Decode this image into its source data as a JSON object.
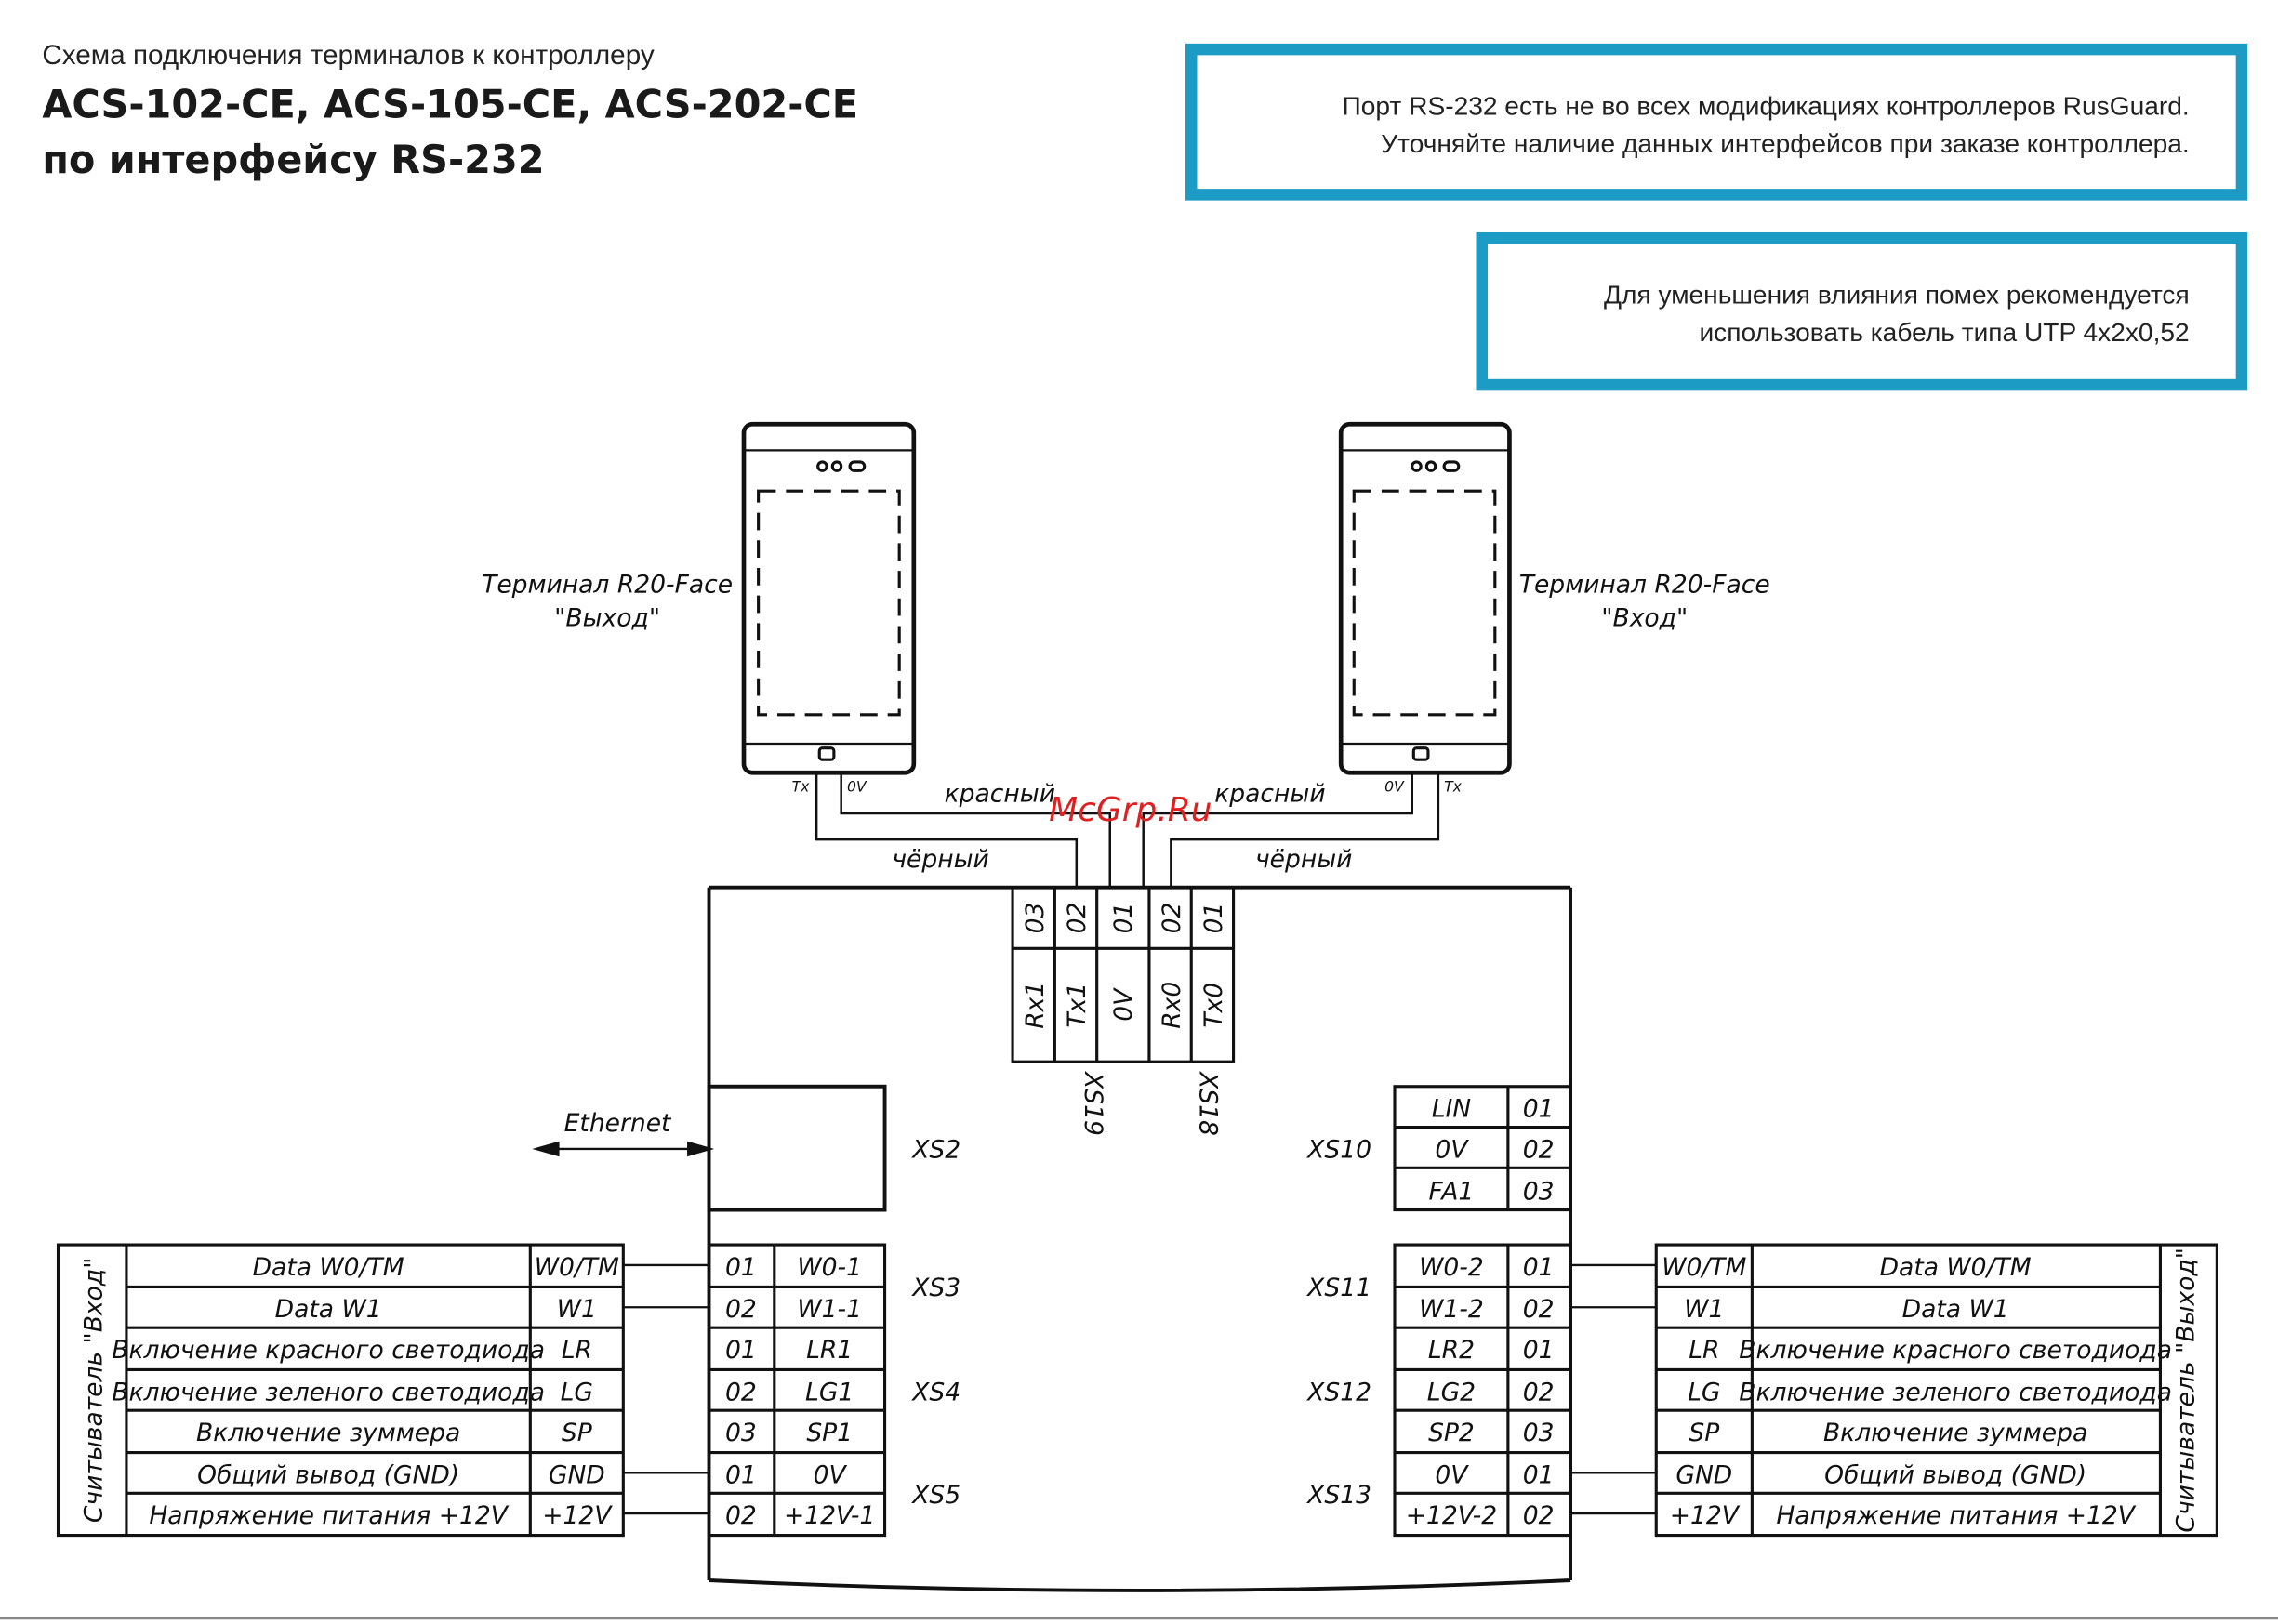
{
  "header": {
    "subtitle": "Схема подключения терминалов к контроллеру",
    "title_line1": "ACS-102-CE, ACS-105-CE, ACS-202-CE",
    "title_line2": "по интерфейсу RS-232"
  },
  "notes": {
    "n1_line1": "Порт RS-232 есть не во всех модификациях контроллеров RusGuard.",
    "n1_line2": "Уточняйте наличие данных интерфейсов при заказе контроллера.",
    "n2_line1": "Для уменьшения влияния помех рекомендуется",
    "n2_line2": "использовать кабель типа UTP 4x2x0,52"
  },
  "terminals": {
    "left_name": "Терминал R20-Face",
    "left_role": "\"Выход\"",
    "right_name": "Терминал R20-Face",
    "right_role": "\"Вход\"",
    "tx": "Tx",
    "ov": "0V"
  },
  "wires": {
    "red": "красный",
    "black": "чёрный"
  },
  "watermark": "McGrp.Ru",
  "top_block": {
    "nums": [
      "03",
      "02",
      "01",
      "02",
      "01"
    ],
    "sigs": [
      "Rx1",
      "Tx1",
      "0V",
      "Rx0",
      "Tx0"
    ],
    "xs19": "XS19",
    "xs18": "XS18"
  },
  "ethernet": {
    "label": "Ethernet",
    "xs2": "XS2"
  },
  "xs10": {
    "label": "XS10",
    "rows": [
      {
        "sig": "LIN",
        "num": "01"
      },
      {
        "sig": "0V",
        "num": "02"
      },
      {
        "sig": "FA1",
        "num": "03"
      }
    ]
  },
  "left_ctrl": {
    "rows": [
      {
        "num": "01",
        "sig": "W0-1"
      },
      {
        "num": "02",
        "sig": "W1-1"
      },
      {
        "num": "01",
        "sig": "LR1"
      },
      {
        "num": "02",
        "sig": "LG1"
      },
      {
        "num": "03",
        "sig": "SP1"
      },
      {
        "num": "01",
        "sig": "0V"
      },
      {
        "num": "02",
        "sig": "+12V-1"
      }
    ],
    "xs3": "XS3",
    "xs4": "XS4",
    "xs5": "XS5"
  },
  "right_ctrl": {
    "rows": [
      {
        "num": "01",
        "sig": "W0-2"
      },
      {
        "num": "02",
        "sig": "W1-2"
      },
      {
        "num": "01",
        "sig": "LR2"
      },
      {
        "num": "02",
        "sig": "LG2"
      },
      {
        "num": "03",
        "sig": "SP2"
      },
      {
        "num": "01",
        "sig": "0V"
      },
      {
        "num": "02",
        "sig": "+12V-2"
      }
    ],
    "xs11": "XS11",
    "xs12": "XS12",
    "xs13": "XS13"
  },
  "reader_left": {
    "title": "Считыватель \"Вход\"",
    "rows": [
      {
        "desc": "Data W0/TM",
        "code": "W0/TM"
      },
      {
        "desc": "Data W1",
        "code": "W1"
      },
      {
        "desc": "Включение красного светодиода",
        "code": "LR"
      },
      {
        "desc": "Включение зеленого светодиода",
        "code": "LG"
      },
      {
        "desc": "Включение зуммера",
        "code": "SP"
      },
      {
        "desc": "Общий вывод (GND)",
        "code": "GND"
      },
      {
        "desc": "Напряжение питания +12V",
        "code": "+12V"
      }
    ]
  },
  "reader_right": {
    "title": "Считыватель \"Выход\"",
    "rows": [
      {
        "code": "W0/TM",
        "desc": "Data W0/TM"
      },
      {
        "code": "W1",
        "desc": "Data W1"
      },
      {
        "code": "LR",
        "desc": "Включение красного светодиода"
      },
      {
        "code": "LG",
        "desc": "Включение зеленого светодиода"
      },
      {
        "code": "SP",
        "desc": "Включение зуммера"
      },
      {
        "code": "GND",
        "desc": "Общий вывод (GND)"
      },
      {
        "code": "+12V",
        "desc": "Напряжение питания +12V"
      }
    ]
  }
}
